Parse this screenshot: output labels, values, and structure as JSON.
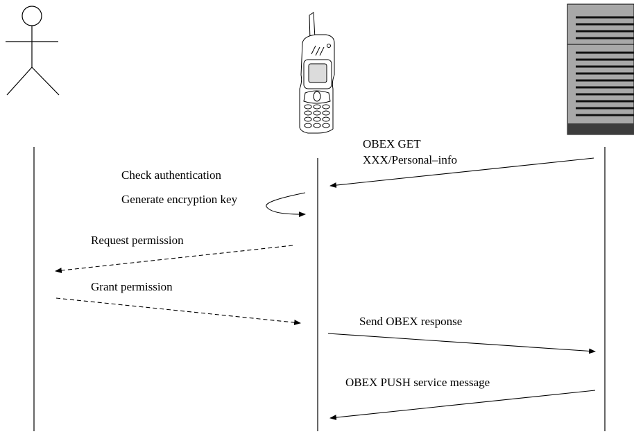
{
  "diagram": {
    "actors": [
      {
        "id": "user",
        "icon": "stick-figure-icon"
      },
      {
        "id": "phone",
        "icon": "mobile-phone-icon"
      },
      {
        "id": "server",
        "icon": "server-rack-icon"
      }
    ],
    "messages": {
      "obex_get_line1": "OBEX GET",
      "obex_get_line2": "XXX/Personal–info",
      "check_auth": "Check authentication",
      "gen_key": "Generate encryption key",
      "request_permission": "Request permission",
      "grant_permission": "Grant permission",
      "send_response": "Send OBEX response",
      "push_message": "OBEX PUSH service message"
    }
  }
}
